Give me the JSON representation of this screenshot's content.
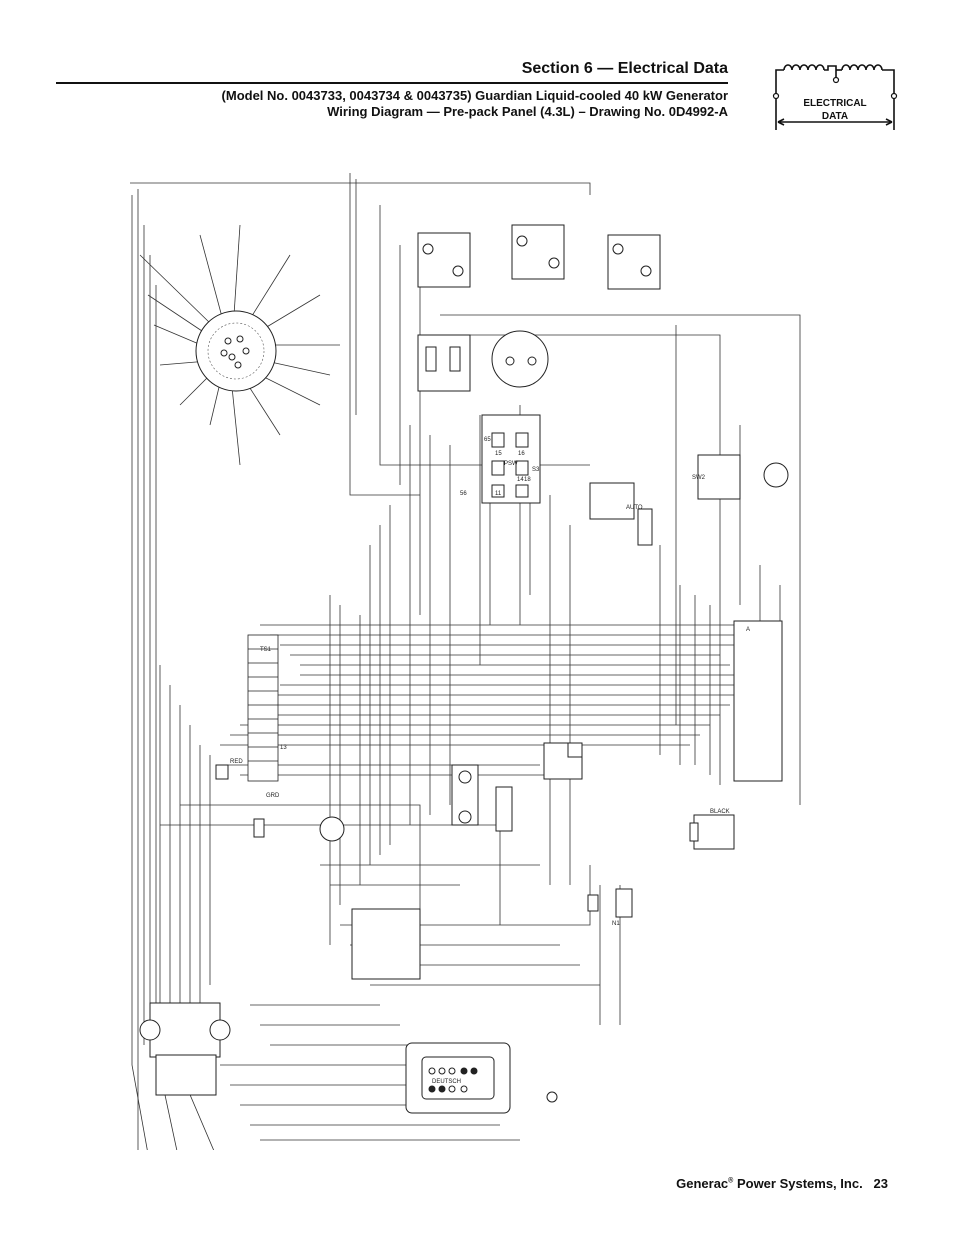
{
  "header": {
    "section_title": "Section 6 — Electrical Data",
    "subtitle_line1": "(Model No. 0043733, 0043734 & 0043735) Guardian Liquid-cooled 40 kW Generator",
    "subtitle_line2": "Wiring Diagram — Pre-pack Panel (4.3L) – Drawing No. 0D4992-A"
  },
  "badge": {
    "line1": "ELECTRICAL",
    "line2": "DATA",
    "icon": "coil-schematic-icon"
  },
  "diagram": {
    "labels": {
      "ts1": "TS1",
      "psw": "PSW",
      "sw2": "SW2",
      "auto": "AUTO",
      "black": "BLACK",
      "red": "RED",
      "grd": "GRD",
      "deutsch": "DEUTSCH",
      "n1": "N1",
      "s3": "S3",
      "a": "A",
      "t15": "15",
      "t16": "16",
      "t11": "11",
      "t14": "14",
      "t18": "18",
      "t13": "13",
      "t56": "56",
      "t65": "65"
    }
  },
  "footer": {
    "brand": "Generac",
    "reg": "®",
    "rest": " Power Systems, Inc.",
    "page_number": "23"
  }
}
